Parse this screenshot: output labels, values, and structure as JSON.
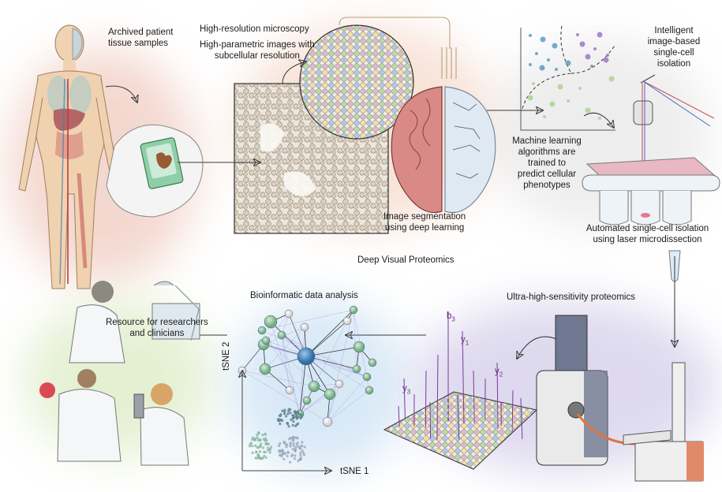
{
  "title": "Deep Visual Proteomics",
  "colors": {
    "patient_glow": "#f0c9bf",
    "brain_glow": "#f6d6c8",
    "bioinfo_glow": "#cfe3f3",
    "researcher_glow": "#dfecc9",
    "proteomics_glow": "#d6d0e8",
    "arrow": "#3a3a3a",
    "hub_node": "#3f7fb8",
    "green_node": "#8fc79e",
    "white_node": "#f4f4f4",
    "edge": "#9b8fd6",
    "spectrum_peak": "#7a3a9a",
    "cluster_blue": "#5a9ec4",
    "cluster_purple": "#9b7ac8",
    "cluster_green": "#b3d39a"
  },
  "steps": [
    {
      "id": "tissue",
      "label_lines": [
        "Archived patient",
        "tissue samples"
      ]
    },
    {
      "id": "microscopy",
      "label": "High-resolution microscopy"
    },
    {
      "id": "images",
      "label_lines": [
        "High-parametric images with",
        "subcellular resolution"
      ]
    },
    {
      "id": "segmentation",
      "label_lines": [
        "Image segmentation",
        "using deep learning"
      ]
    },
    {
      "id": "ml",
      "label_lines": [
        "Machine learning",
        "algorithms are",
        "trained to",
        "predict cellular",
        "phenotypes"
      ]
    },
    {
      "id": "isolation",
      "label_lines": [
        "Intelligent",
        "image-based",
        "single-cell",
        "isolation"
      ]
    },
    {
      "id": "lmd",
      "label_lines": [
        "Automated single-cell isolation",
        "using laser microdissection"
      ]
    },
    {
      "id": "proteomics",
      "label": "Ultra-high-sensitivity proteomics"
    },
    {
      "id": "bioinfo",
      "label": "Bioinformatic data analysis"
    },
    {
      "id": "resource",
      "label_lines": [
        "Resource for researchers",
        "and clinicians"
      ]
    }
  ],
  "tsne": {
    "x_label": "tSNE 1",
    "y_label": "tSNE 2"
  },
  "spectrum_ions": {
    "b3": "b",
    "b3_sub": "3",
    "y1": "y",
    "y1_sub": "1",
    "y2": "y",
    "y2_sub": "2",
    "y3": "y",
    "y3_sub": "3"
  }
}
